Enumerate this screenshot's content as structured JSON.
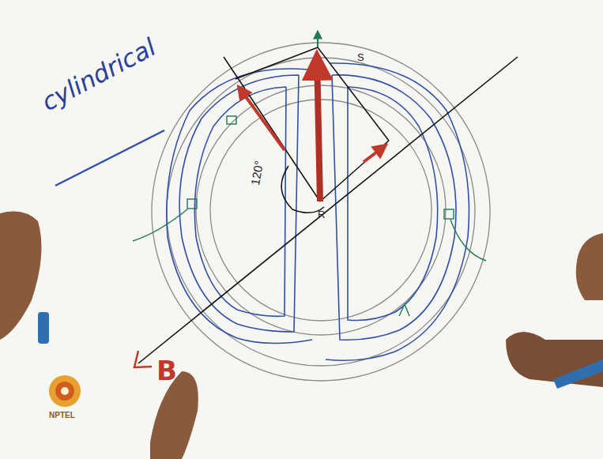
{
  "diagram": {
    "labels": [
      "cylindrical",
      "120°",
      "R",
      "S",
      "B",
      "NPTEL"
    ]
  }
}
